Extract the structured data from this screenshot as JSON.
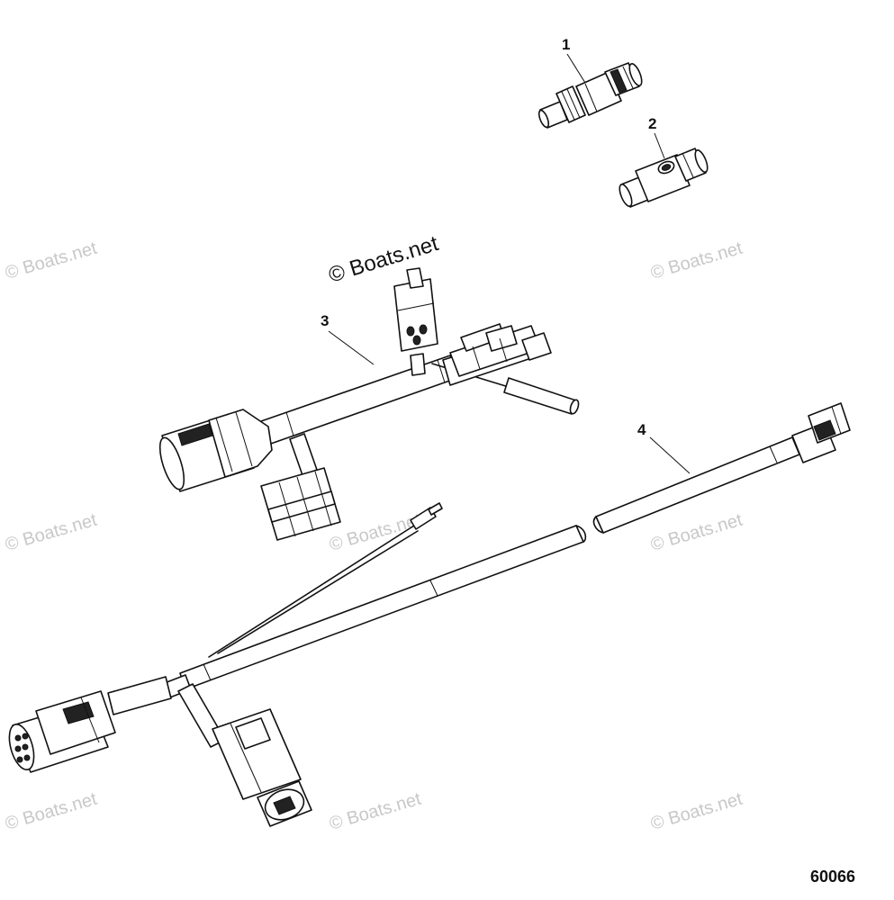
{
  "watermark_text": "© Boats.net",
  "main_watermark_text": "© Boats.net",
  "figure_number": "60066",
  "callouts": [
    {
      "number": "1",
      "part": "pressure-sensor"
    },
    {
      "number": "2",
      "part": "tee-fitting"
    },
    {
      "number": "3",
      "part": "sensor-harness"
    },
    {
      "number": "4",
      "part": "extension-harness"
    }
  ]
}
